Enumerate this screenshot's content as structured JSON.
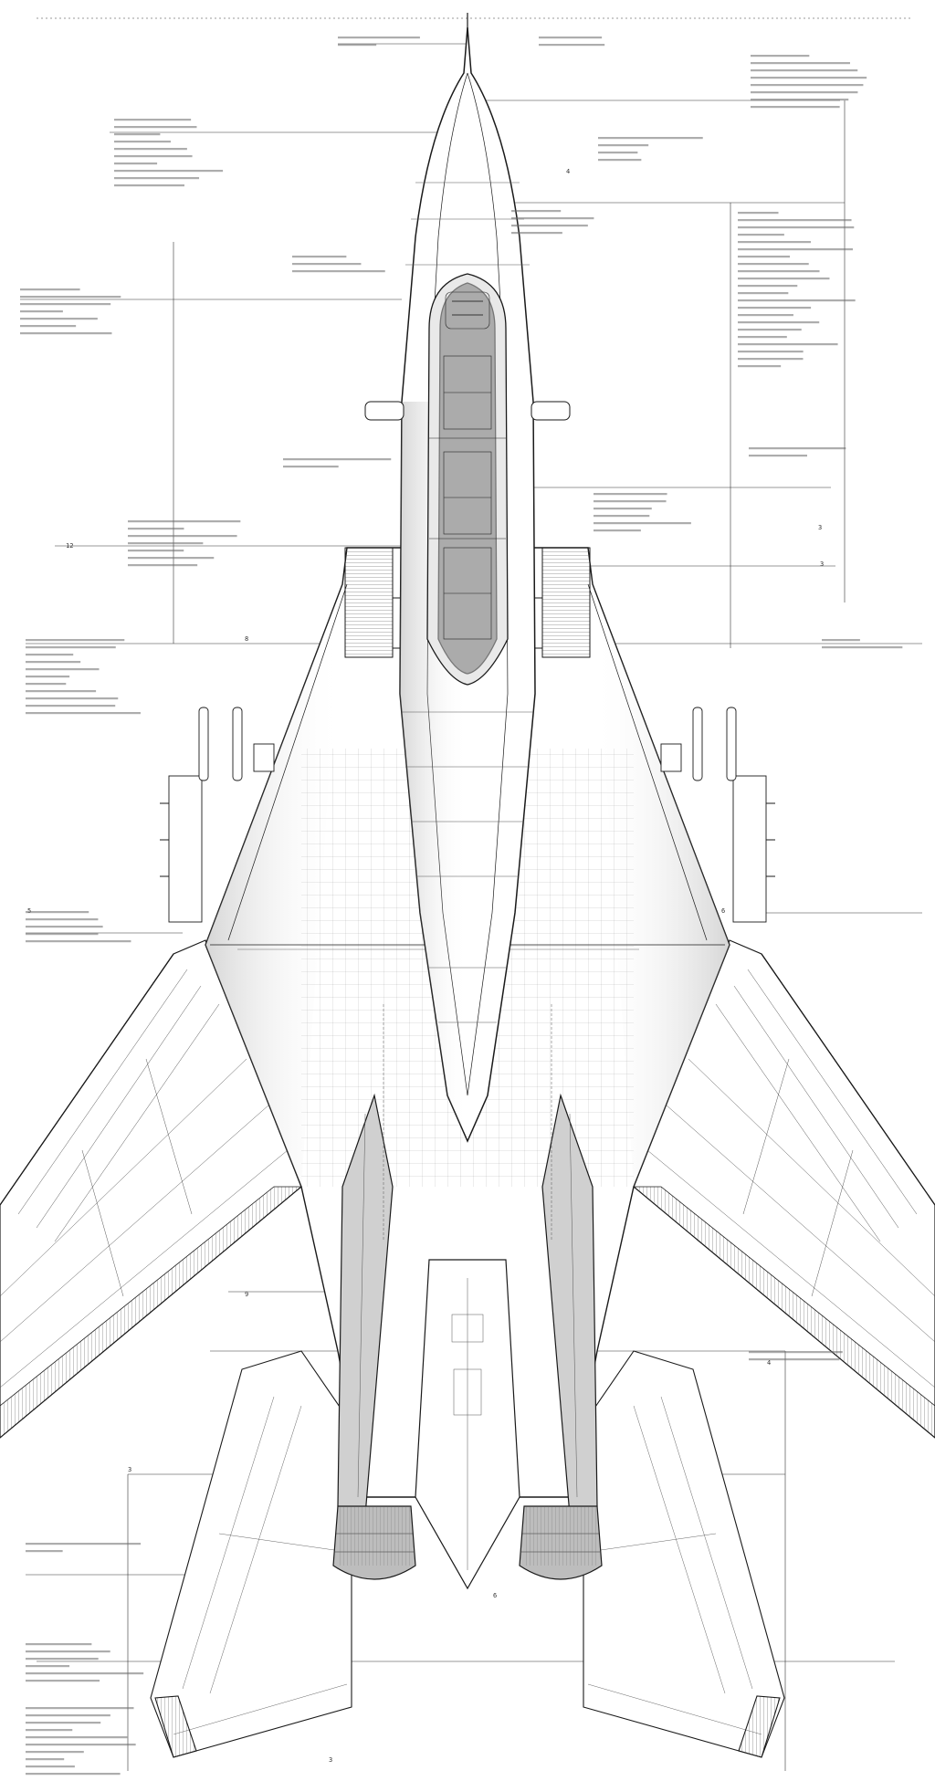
{
  "drawing": {
    "subject": "swing-wing fighter aircraft",
    "view": "top plan view",
    "style": "technical line drawing, black ink on white",
    "colors": {
      "ink": "#1a1a1a",
      "paper": "#ffffff",
      "shade": "#b8b8b8"
    }
  },
  "icons": {
    "aircraft": "jet-fighter-plan-view-icon",
    "engine_nozzle": "exhaust-nozzle-icon",
    "cockpit": "canopy-icon"
  }
}
